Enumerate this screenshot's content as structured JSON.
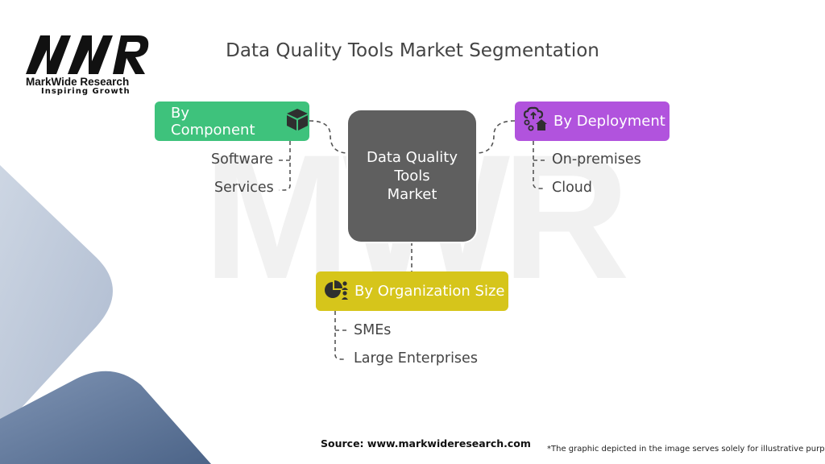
{
  "brand": {
    "logo_text": "MWR",
    "name": "MarkWide Research",
    "tagline": "Inspiring Growth"
  },
  "title": "Data Quality Tools Market Segmentation",
  "center": {
    "line1": "Data Quality",
    "line2": "Tools",
    "line3": "Market"
  },
  "segments": {
    "component": {
      "label": "By Component",
      "color": "#3ec27c",
      "icon": "box-icon",
      "items": [
        "Software",
        "Services"
      ]
    },
    "deployment": {
      "label": "By Deployment",
      "color": "#b153dd",
      "icon": "cloud-home-icon",
      "items": [
        "On-premises",
        "Cloud"
      ]
    },
    "organization": {
      "label": "By Organization Size",
      "color": "#d6c51b",
      "icon": "pie-people-icon",
      "items": [
        "SMEs",
        "Large Enterprises"
      ]
    }
  },
  "footer": {
    "source": "Source: www.markwideresearch.com",
    "note": "*The graphic depicted in the image serves solely for illustrative purposes"
  }
}
